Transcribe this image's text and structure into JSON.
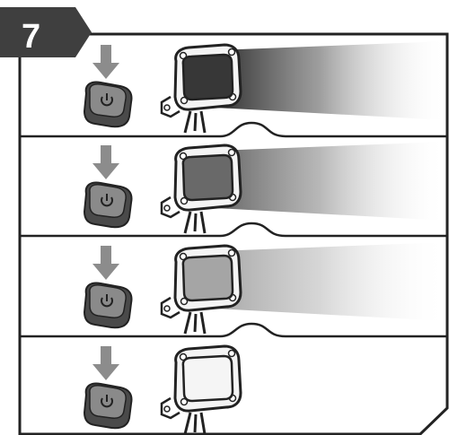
{
  "step": {
    "number": "7",
    "badge_color": "#3f3f3f",
    "badge_text_color": "#ffffff"
  },
  "instruction": {
    "action_icon": "press-down-arrow-icon",
    "button_icon": "power-button-icon",
    "device_icon": "floodlight-lamp-icon",
    "arrow_color": "#8c8c8c",
    "outline_color": "#222222"
  },
  "panels": [
    {
      "mode": "high",
      "beam_strength": 0.95
    },
    {
      "mode": "medium",
      "beam_strength": 0.7
    },
    {
      "mode": "low",
      "beam_strength": 0.4
    },
    {
      "mode": "off",
      "beam_strength": 0
    }
  ]
}
